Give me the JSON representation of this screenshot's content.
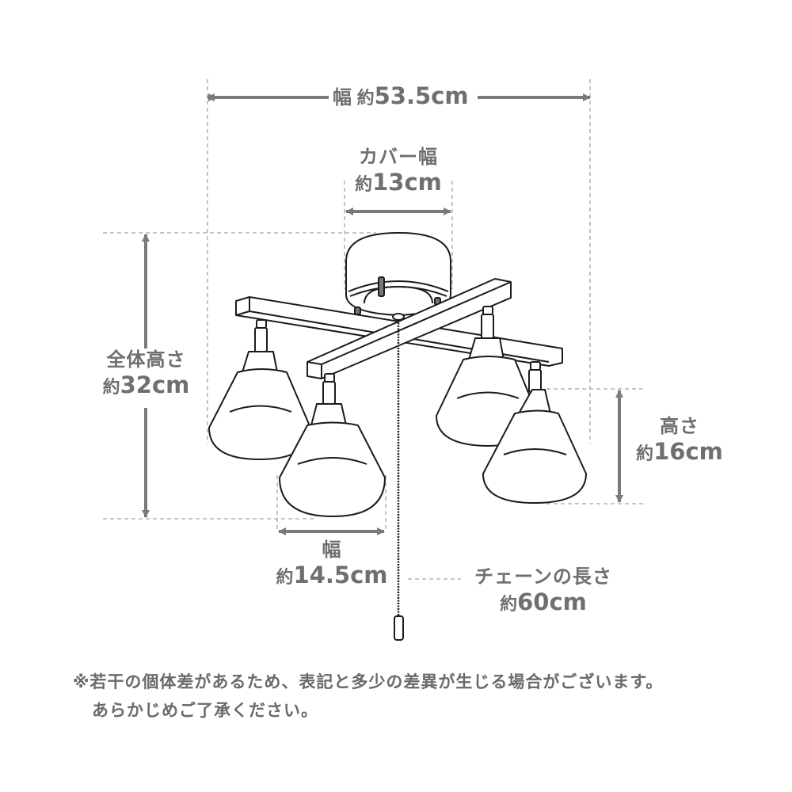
{
  "diagram": {
    "title": "ceiling spotlight dimension diagram",
    "colors": {
      "dimension_gray": "#7a7a7a",
      "line_art": "#1f1a1a",
      "dashed_guides": "#a0a0a0",
      "background": "#ffffff"
    },
    "dimensions": {
      "overall_width": {
        "label": "幅",
        "prefix": "約",
        "value": "53.5cm"
      },
      "cover_width": {
        "label": "カバー幅",
        "prefix": "約",
        "value": "13cm"
      },
      "total_height": {
        "label": "全体高さ",
        "prefix": "約",
        "value": "32cm"
      },
      "shade_height": {
        "label": "高さ",
        "prefix": "約",
        "value": "16cm"
      },
      "shade_width": {
        "label": "幅",
        "prefix": "約",
        "value": "14.5cm"
      },
      "chain_length": {
        "label": "チェーンの長さ",
        "prefix": "約",
        "value": "60cm"
      }
    },
    "parts": [
      "ceiling-canopy",
      "cross-bar-frame",
      "spotlight-shade",
      "spotlight-shade",
      "spotlight-shade",
      "spotlight-shade",
      "pull-chain",
      "pull-chain-weight"
    ]
  },
  "note": {
    "line1": "※若干の個体差があるため、表記と多少の差異が生じる場合がございます。",
    "line2": "あらかじめご了承ください。"
  }
}
